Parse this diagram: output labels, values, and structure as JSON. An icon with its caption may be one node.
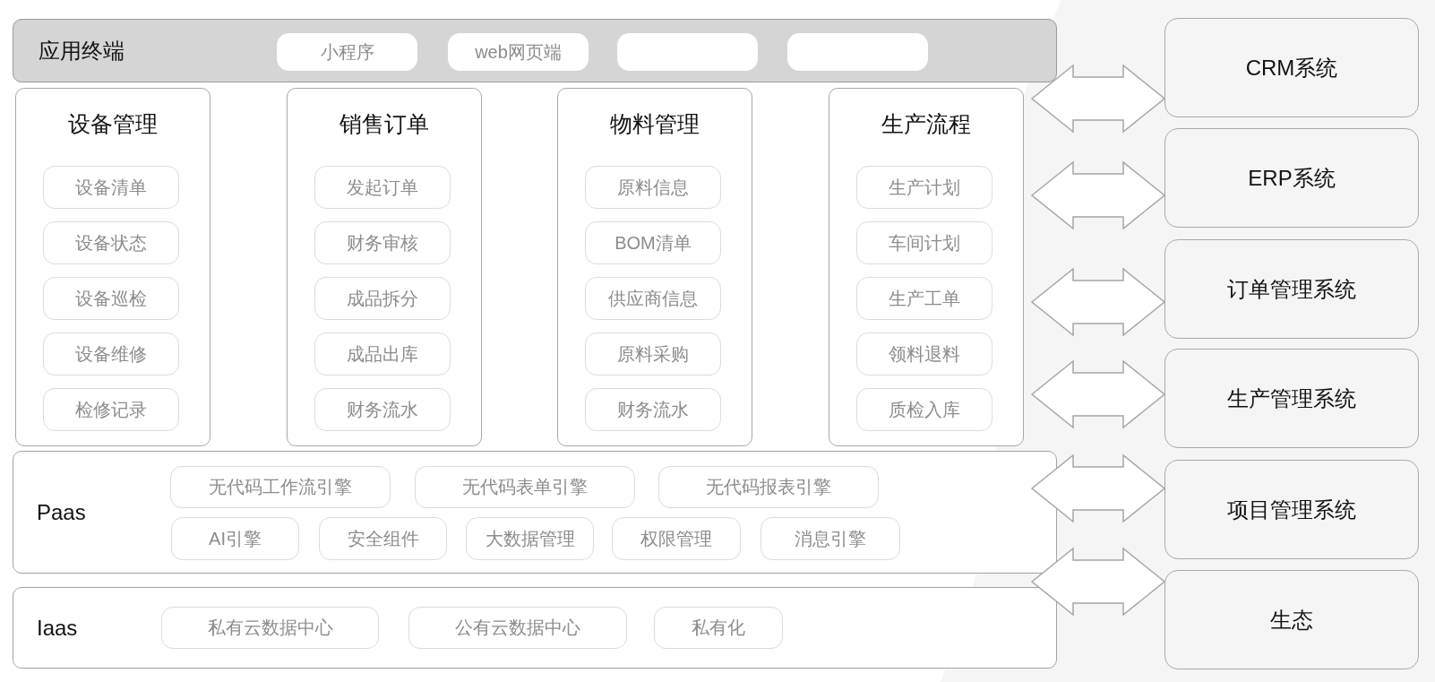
{
  "diagram": {
    "nodes": [
      {
        "text": [
          "应用终端"
        ]
      },
      {
        "text": [
          "小程序"
        ],
        "in": 0
      },
      {
        "text": [
          "web网页端"
        ],
        "in": 0
      },
      {
        "text": [],
        "shape": "box",
        "in": 0
      },
      {
        "text": [],
        "shape": "box",
        "in": 0
      },
      {
        "text": [
          "设备管理"
        ]
      },
      {
        "text": [
          "设备清单"
        ],
        "in": 5
      },
      {
        "text": [
          "设备状态"
        ],
        "in": 5
      },
      {
        "text": [
          "设备巡检"
        ],
        "in": 5
      },
      {
        "text": [
          "设备维修"
        ],
        "in": 5
      },
      {
        "text": [
          "检修记录"
        ],
        "in": 5
      },
      {
        "text": [
          "销售订单"
        ]
      },
      {
        "text": [
          "发起订单"
        ],
        "in": 11
      },
      {
        "text": [
          "财务审核"
        ],
        "in": 11
      },
      {
        "text": [
          "成品拆分"
        ],
        "in": 11
      },
      {
        "text": [
          "成品出库"
        ],
        "in": 11
      },
      {
        "text": [
          "财务流水"
        ],
        "in": 11
      },
      {
        "text": [
          "物料管理"
        ]
      },
      {
        "text": [
          "原料信息"
        ],
        "in": 17
      },
      {
        "text": [
          "BOM清单"
        ],
        "in": 17
      },
      {
        "text": [
          "供应商信息"
        ],
        "in": 17
      },
      {
        "text": [
          "原料采购"
        ],
        "in": 17
      },
      {
        "text": [
          "财务流水"
        ],
        "in": 17
      },
      {
        "text": [
          "生产流程"
        ]
      },
      {
        "text": [
          "生产计划"
        ],
        "in": 23
      },
      {
        "text": [
          "车间计划"
        ],
        "in": 23
      },
      {
        "text": [
          "生产工单"
        ],
        "in": 23
      },
      {
        "text": [
          "领料退料"
        ],
        "in": 23
      },
      {
        "text": [
          "质检入库"
        ],
        "in": 23
      },
      {
        "text": [
          "Paas"
        ]
      },
      {
        "text": [
          "无代码工作流引擎"
        ],
        "in": 29
      },
      {
        "text": [
          "无代码表单引擎"
        ],
        "in": 29
      },
      {
        "text": [
          "无代码报表引擎"
        ],
        "in": 29
      },
      {
        "text": [
          "AI引擎"
        ],
        "in": 29
      },
      {
        "text": [
          "安全组件"
        ],
        "in": 29
      },
      {
        "text": [
          "大数据管理"
        ],
        "in": 29
      },
      {
        "text": [
          "权限管理"
        ],
        "in": 29
      },
      {
        "text": [
          "消息引擎"
        ],
        "in": 29
      },
      {
        "text": [
          "Iaas"
        ]
      },
      {
        "text": [
          "私有云数据中心"
        ],
        "in": 38
      },
      {
        "text": [
          "公有云数据中心"
        ],
        "in": 38
      },
      {
        "text": [
          "私有化"
        ],
        "in": 38
      },
      {
        "text": [
          "CRM系统"
        ]
      },
      {
        "text": [
          "ERP系统"
        ]
      },
      {
        "text": [
          "订单管理系统"
        ]
      },
      {
        "text": [
          "生产管理系统"
        ]
      },
      {
        "text": [
          "项目管理系统"
        ]
      },
      {
        "text": [
          "生态"
        ]
      }
    ],
    "edges": [
      {
        "from": null,
        "to": 42,
        "arrow": "both"
      },
      {
        "from": null,
        "to": 43,
        "arrow": "both"
      },
      {
        "from": null,
        "to": 44,
        "arrow": "both"
      },
      {
        "from": null,
        "to": 45,
        "arrow": "both"
      },
      {
        "from": null,
        "to": 46,
        "arrow": "both"
      },
      {
        "from": null,
        "to": 47,
        "arrow": "both"
      }
    ]
  }
}
